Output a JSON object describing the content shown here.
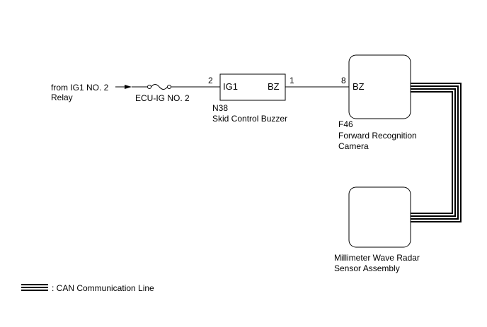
{
  "source": {
    "line1": "from IG1 NO. 2",
    "line2": "Relay"
  },
  "fuse": {
    "label": "ECU-IG NO. 2"
  },
  "buzzer": {
    "code": "N38",
    "name": "Skid Control Buzzer",
    "pin_ig1_number": "2",
    "pin_ig1_label": "IG1",
    "pin_bz_number": "1",
    "pin_bz_label": "BZ"
  },
  "camera": {
    "code": "F46",
    "name_line1": "Forward Recognition",
    "name_line2": "Camera",
    "pin_bz_number": "8",
    "pin_bz_label": "BZ"
  },
  "radar": {
    "name_line1": "Millimeter Wave Radar",
    "name_line2": "Sensor Assembly"
  },
  "legend": {
    "can_label": ": CAN Communication Line"
  }
}
